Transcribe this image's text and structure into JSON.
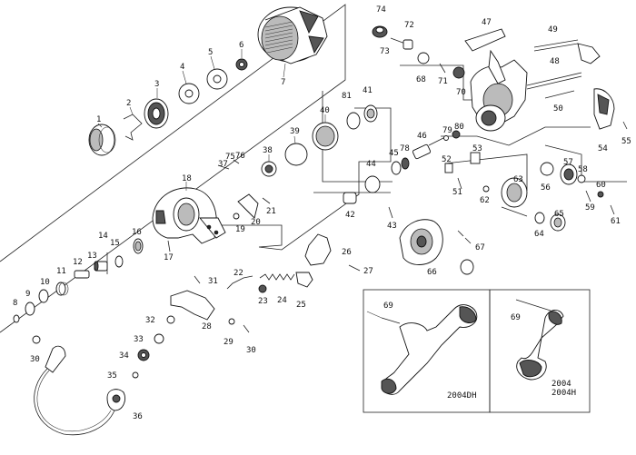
{
  "diagram": {
    "part_labels": [
      {
        "id": "1",
        "text": "1"
      },
      {
        "id": "2",
        "text": "2"
      },
      {
        "id": "3",
        "text": "3"
      },
      {
        "id": "4",
        "text": "4"
      },
      {
        "id": "5",
        "text": "5"
      },
      {
        "id": "6",
        "text": "6"
      },
      {
        "id": "7",
        "text": "7"
      },
      {
        "id": "8",
        "text": "8"
      },
      {
        "id": "9",
        "text": "9"
      },
      {
        "id": "10",
        "text": "10"
      },
      {
        "id": "11",
        "text": "11"
      },
      {
        "id": "12",
        "text": "12"
      },
      {
        "id": "13",
        "text": "13"
      },
      {
        "id": "14",
        "text": "14"
      },
      {
        "id": "15",
        "text": "15"
      },
      {
        "id": "16",
        "text": "16"
      },
      {
        "id": "17",
        "text": "17"
      },
      {
        "id": "18",
        "text": "18"
      },
      {
        "id": "19",
        "text": "19"
      },
      {
        "id": "20",
        "text": "20"
      },
      {
        "id": "21",
        "text": "21"
      },
      {
        "id": "22",
        "text": "22"
      },
      {
        "id": "23",
        "text": "23"
      },
      {
        "id": "24",
        "text": "24"
      },
      {
        "id": "25",
        "text": "25"
      },
      {
        "id": "26",
        "text": "26"
      },
      {
        "id": "27",
        "text": "27"
      },
      {
        "id": "28",
        "text": "28"
      },
      {
        "id": "29",
        "text": "29"
      },
      {
        "id": "30a",
        "text": "30"
      },
      {
        "id": "30b",
        "text": "30"
      },
      {
        "id": "31",
        "text": "31"
      },
      {
        "id": "32",
        "text": "32"
      },
      {
        "id": "33",
        "text": "33"
      },
      {
        "id": "34",
        "text": "34"
      },
      {
        "id": "35",
        "text": "35"
      },
      {
        "id": "36",
        "text": "36"
      },
      {
        "id": "37",
        "text": "37"
      },
      {
        "id": "38",
        "text": "38"
      },
      {
        "id": "39",
        "text": "39"
      },
      {
        "id": "40",
        "text": "40"
      },
      {
        "id": "41",
        "text": "41"
      },
      {
        "id": "42",
        "text": "42"
      },
      {
        "id": "43",
        "text": "43"
      },
      {
        "id": "44",
        "text": "44"
      },
      {
        "id": "45",
        "text": "45"
      },
      {
        "id": "46",
        "text": "46"
      },
      {
        "id": "47",
        "text": "47"
      },
      {
        "id": "48",
        "text": "48"
      },
      {
        "id": "49",
        "text": "49"
      },
      {
        "id": "50",
        "text": "50"
      },
      {
        "id": "51",
        "text": "51"
      },
      {
        "id": "52",
        "text": "52"
      },
      {
        "id": "53",
        "text": "53"
      },
      {
        "id": "54",
        "text": "54"
      },
      {
        "id": "55",
        "text": "55"
      },
      {
        "id": "56",
        "text": "56"
      },
      {
        "id": "57",
        "text": "57"
      },
      {
        "id": "58",
        "text": "58"
      },
      {
        "id": "59",
        "text": "59"
      },
      {
        "id": "60",
        "text": "60"
      },
      {
        "id": "61",
        "text": "61"
      },
      {
        "id": "62",
        "text": "62"
      },
      {
        "id": "63",
        "text": "63"
      },
      {
        "id": "64",
        "text": "64"
      },
      {
        "id": "65",
        "text": "65"
      },
      {
        "id": "66",
        "text": "66"
      },
      {
        "id": "67",
        "text": "67"
      },
      {
        "id": "68",
        "text": "68"
      },
      {
        "id": "69a",
        "text": "69"
      },
      {
        "id": "69b",
        "text": "69"
      },
      {
        "id": "70",
        "text": "70"
      },
      {
        "id": "71",
        "text": "71"
      },
      {
        "id": "72",
        "text": "72"
      },
      {
        "id": "73",
        "text": "73"
      },
      {
        "id": "74",
        "text": "74"
      },
      {
        "id": "75",
        "text": "75"
      },
      {
        "id": "76",
        "text": "76"
      },
      {
        "id": "78",
        "text": "78"
      },
      {
        "id": "79",
        "text": "79"
      },
      {
        "id": "80",
        "text": "80"
      },
      {
        "id": "81",
        "text": "81"
      }
    ],
    "inset_left": {
      "label": "2004DH"
    },
    "inset_right": {
      "label_line1": "2004",
      "label_line2": "2004H"
    }
  }
}
